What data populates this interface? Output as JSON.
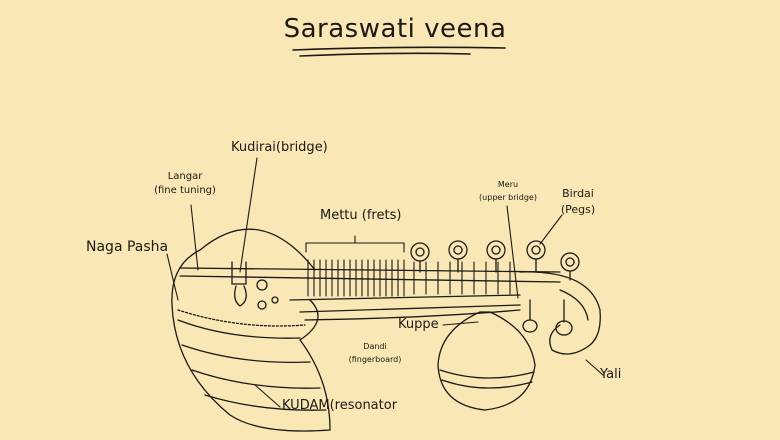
{
  "title": "Saraswati veena",
  "labels": {
    "kudirai": "Kudirai(bridge)",
    "langar_1": "Langar",
    "langar_2": "(fine tuning)",
    "naga_pasha": "Naga Pasha",
    "mettu": "Mettu (frets)",
    "meru_1": "Meru",
    "meru_2": "(upper bridge)",
    "birdai_1": "Birdai",
    "birdai_2": "(Pegs)",
    "kuppe": "Kuppe",
    "dandi_1": "Dandi",
    "dandi_2": "(fingerboard)",
    "yali": "Yali",
    "kudam": "KUDAM(resonator"
  },
  "colors": {
    "background": "#f9e7b5",
    "ink": "#1c1a16"
  }
}
